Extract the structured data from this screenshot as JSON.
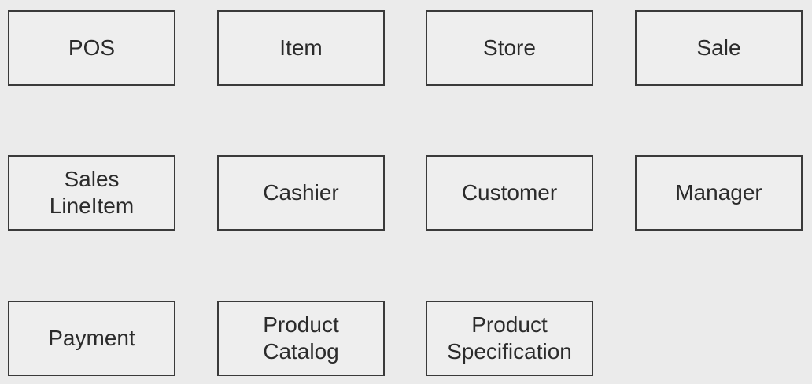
{
  "concepts": [
    {
      "id": "pos",
      "label": "POS"
    },
    {
      "id": "item",
      "label": "Item"
    },
    {
      "id": "store",
      "label": "Store"
    },
    {
      "id": "sale",
      "label": "Sale"
    },
    {
      "id": "sales-lineitem",
      "label": "Sales\nLineItem"
    },
    {
      "id": "cashier",
      "label": "Cashier"
    },
    {
      "id": "customer",
      "label": "Customer"
    },
    {
      "id": "manager",
      "label": "Manager"
    },
    {
      "id": "payment",
      "label": "Payment"
    },
    {
      "id": "product-catalog",
      "label": "Product\nCatalog"
    },
    {
      "id": "product-specification",
      "label": "Product\nSpecification"
    }
  ]
}
